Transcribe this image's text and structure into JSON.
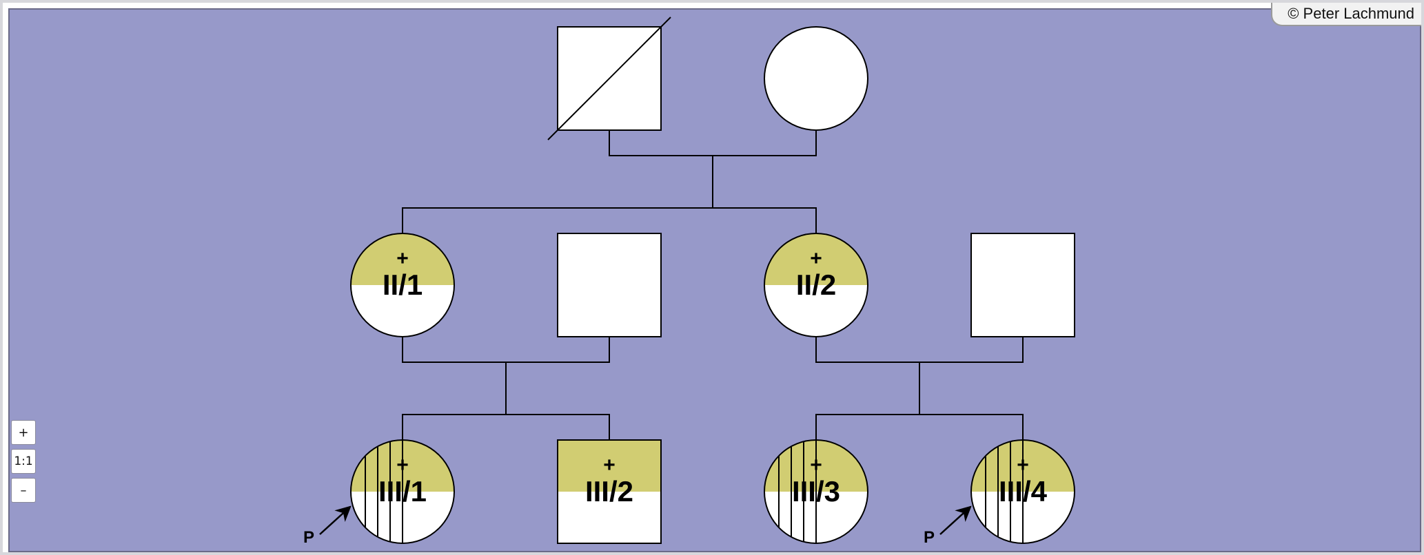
{
  "colors": {
    "background": "#9799c9",
    "symbol_fill": "#ffffff",
    "affected_fill": "#d1cd72",
    "line": "#000000"
  },
  "copyright": "© Peter Lachmund",
  "zoom": {
    "in_label": "+",
    "reset_label": "1:1",
    "out_label": "–"
  },
  "proband_marker": "P",
  "status_marker": "+",
  "individuals": [
    {
      "id": "I-1",
      "generation": 1,
      "sex": "male",
      "deceased": true,
      "label": "",
      "carrier_top": false,
      "striped": false,
      "proband": false,
      "status": false
    },
    {
      "id": "I-2",
      "generation": 1,
      "sex": "female",
      "deceased": false,
      "label": "",
      "carrier_top": false,
      "striped": false,
      "proband": false,
      "status": false
    },
    {
      "id": "II-1",
      "generation": 2,
      "sex": "female",
      "deceased": false,
      "label": "II/1",
      "carrier_top": true,
      "striped": false,
      "proband": false,
      "status": true
    },
    {
      "id": "II-1-spouse",
      "generation": 2,
      "sex": "male",
      "deceased": false,
      "label": "",
      "carrier_top": false,
      "striped": false,
      "proband": false,
      "status": false
    },
    {
      "id": "II-2",
      "generation": 2,
      "sex": "female",
      "deceased": false,
      "label": "II/2",
      "carrier_top": true,
      "striped": false,
      "proband": false,
      "status": true
    },
    {
      "id": "II-2-spouse",
      "generation": 2,
      "sex": "male",
      "deceased": false,
      "label": "",
      "carrier_top": false,
      "striped": false,
      "proband": false,
      "status": false
    },
    {
      "id": "III-1",
      "generation": 3,
      "sex": "female",
      "deceased": false,
      "label": "III/1",
      "carrier_top": true,
      "striped": true,
      "proband": true,
      "status": true
    },
    {
      "id": "III-2",
      "generation": 3,
      "sex": "male",
      "deceased": false,
      "label": "III/2",
      "carrier_top": true,
      "striped": false,
      "proband": false,
      "status": true
    },
    {
      "id": "III-3",
      "generation": 3,
      "sex": "female",
      "deceased": false,
      "label": "III/3",
      "carrier_top": true,
      "striped": true,
      "proband": false,
      "status": true
    },
    {
      "id": "III-4",
      "generation": 3,
      "sex": "female",
      "deceased": false,
      "label": "III/4",
      "carrier_top": true,
      "striped": true,
      "proband": true,
      "status": true
    }
  ],
  "couples": [
    {
      "partners": [
        "I-1",
        "I-2"
      ],
      "children": [
        "II-1",
        "II-2"
      ]
    },
    {
      "partners": [
        "II-1",
        "II-1-spouse"
      ],
      "children": [
        "III-1",
        "III-2"
      ]
    },
    {
      "partners": [
        "II-2",
        "II-2-spouse"
      ],
      "children": [
        "III-3",
        "III-4"
      ]
    }
  ]
}
